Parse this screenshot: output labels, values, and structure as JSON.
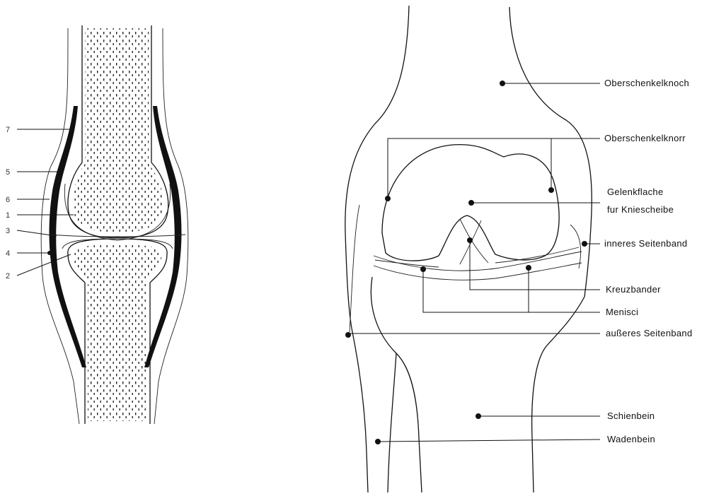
{
  "left_figure": {
    "numbers": [
      "7",
      "5",
      "6",
      "1",
      "3",
      "4",
      "2"
    ]
  },
  "right_figure": {
    "labels": {
      "femur": "Oberschenkelknoch",
      "condyles": "Oberschenkelknorr",
      "patellar_surface_line1": "Gelenkflache",
      "patellar_surface_line2": "fur Kniescheibe",
      "medial_ligament": "inneres Seitenband",
      "cruciate": "Kreuzbander",
      "menisci": "Menisci",
      "lateral_ligament": "außeres Seitenband",
      "tibia": "Schienbein",
      "fibula": "Wadenbein"
    }
  },
  "colors": {
    "ink": "#111111",
    "background": "#ffffff"
  }
}
